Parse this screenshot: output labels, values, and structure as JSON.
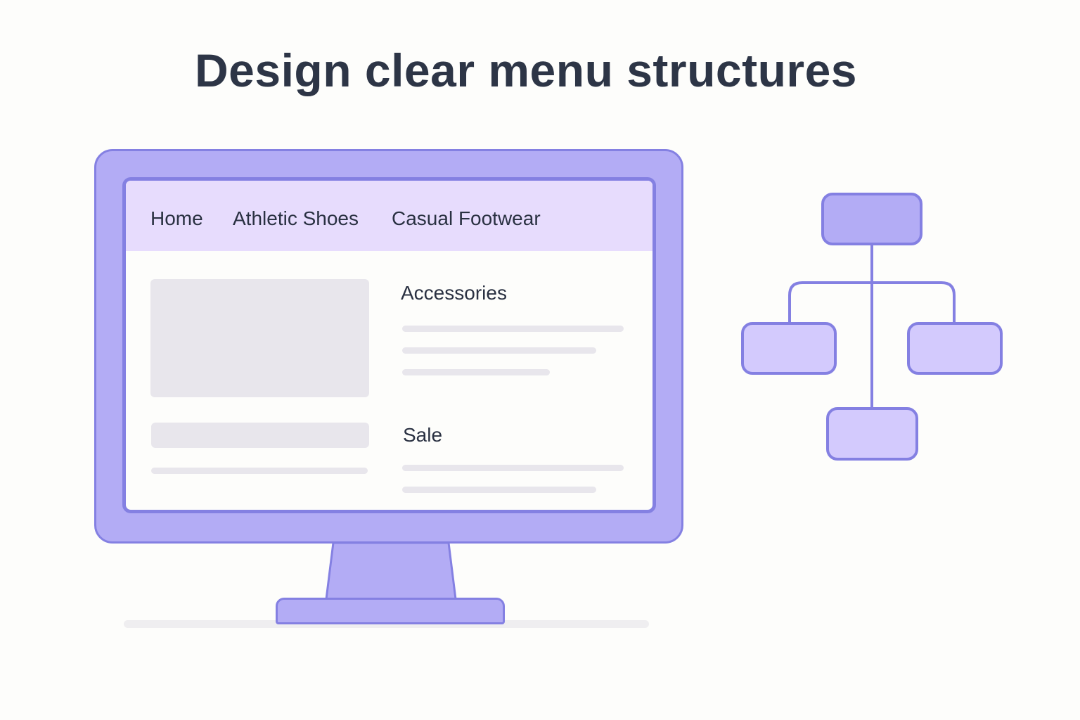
{
  "title": "Design clear menu structures",
  "colors": {
    "background": "#fdfdfb",
    "monitor_fill": "#b3acf5",
    "monitor_stroke": "#8480e2",
    "nav_bar": "#e7dcfd",
    "placeholder": "#e8e6ec",
    "child_node_fill": "#d3cafd",
    "text": "#2a3142"
  },
  "monitor": {
    "nav": {
      "items": [
        {
          "label": "Home"
        },
        {
          "label": "Athletic Shoes"
        },
        {
          "label": "Casual Footwear"
        }
      ]
    },
    "content": {
      "sections": [
        {
          "title": "Accessories"
        },
        {
          "title": "Sale"
        }
      ]
    }
  },
  "hierarchy_diagram": {
    "nodes": [
      {
        "id": "root",
        "level": 0
      },
      {
        "id": "child-left",
        "level": 1
      },
      {
        "id": "child-right",
        "level": 1
      },
      {
        "id": "child-bottom",
        "level": 1
      }
    ]
  }
}
